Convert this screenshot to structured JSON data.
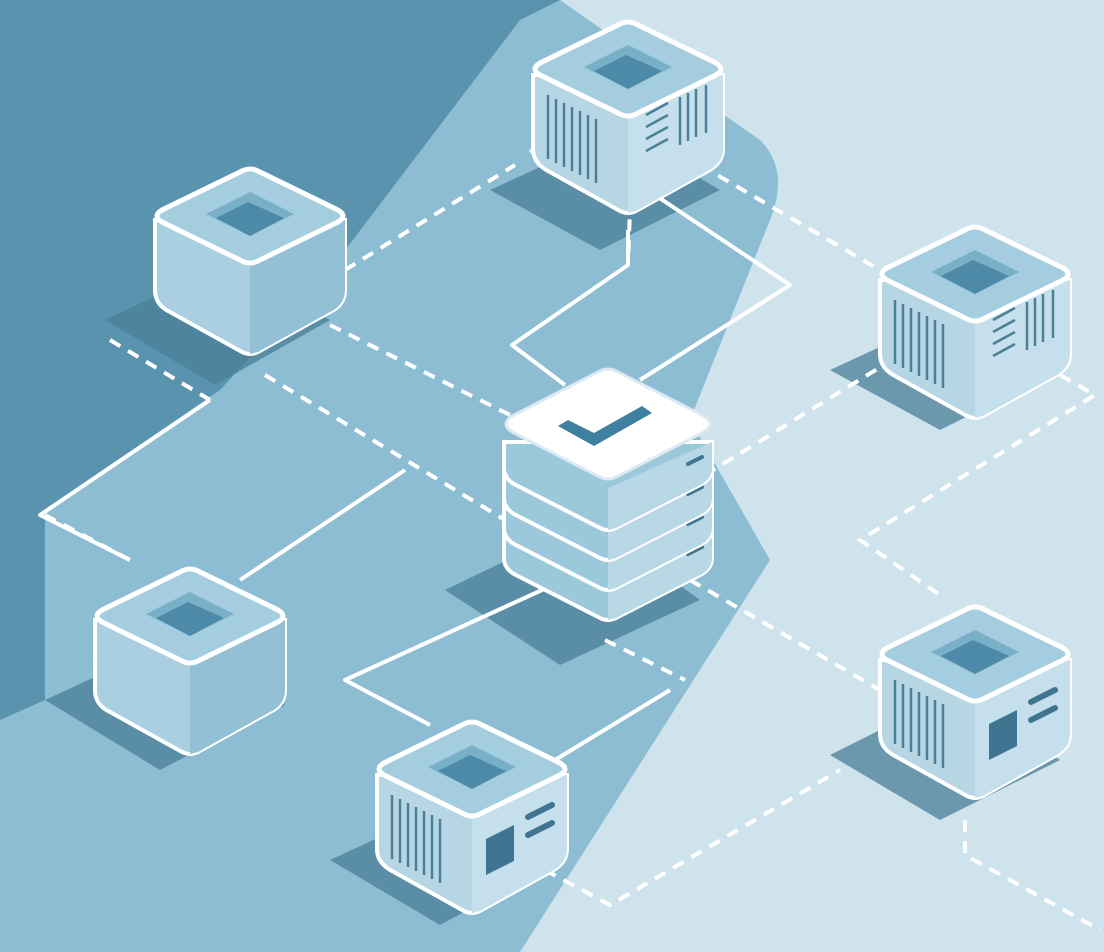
{
  "scene": {
    "subject": "isometric-network-illustration",
    "central_node": {
      "icon": "server-stack-with-check-icon",
      "layers": 4
    },
    "peripheral_nodes": [
      {
        "icon": "cube-node-icon",
        "style": "plain"
      },
      {
        "icon": "server-rack-node-icon",
        "style": "vents"
      },
      {
        "icon": "server-rack-node-icon",
        "style": "vents"
      },
      {
        "icon": "cube-node-icon",
        "style": "plain"
      },
      {
        "icon": "server-rack-node-icon",
        "style": "panel"
      },
      {
        "icon": "server-rack-node-icon",
        "style": "panel"
      }
    ],
    "colors": {
      "background_light": "#cfe3ec",
      "background_mid": "#8dbdd3",
      "background_dark": "#5a93ae",
      "node_face": "#b9d8e6",
      "node_side": "#9fc7da",
      "node_dark_side": "#86b6cc",
      "node_top": "#a5cde0",
      "outline": "#ffffff",
      "shadow": "#3f6f86",
      "accent": "#2e6d8d"
    }
  }
}
